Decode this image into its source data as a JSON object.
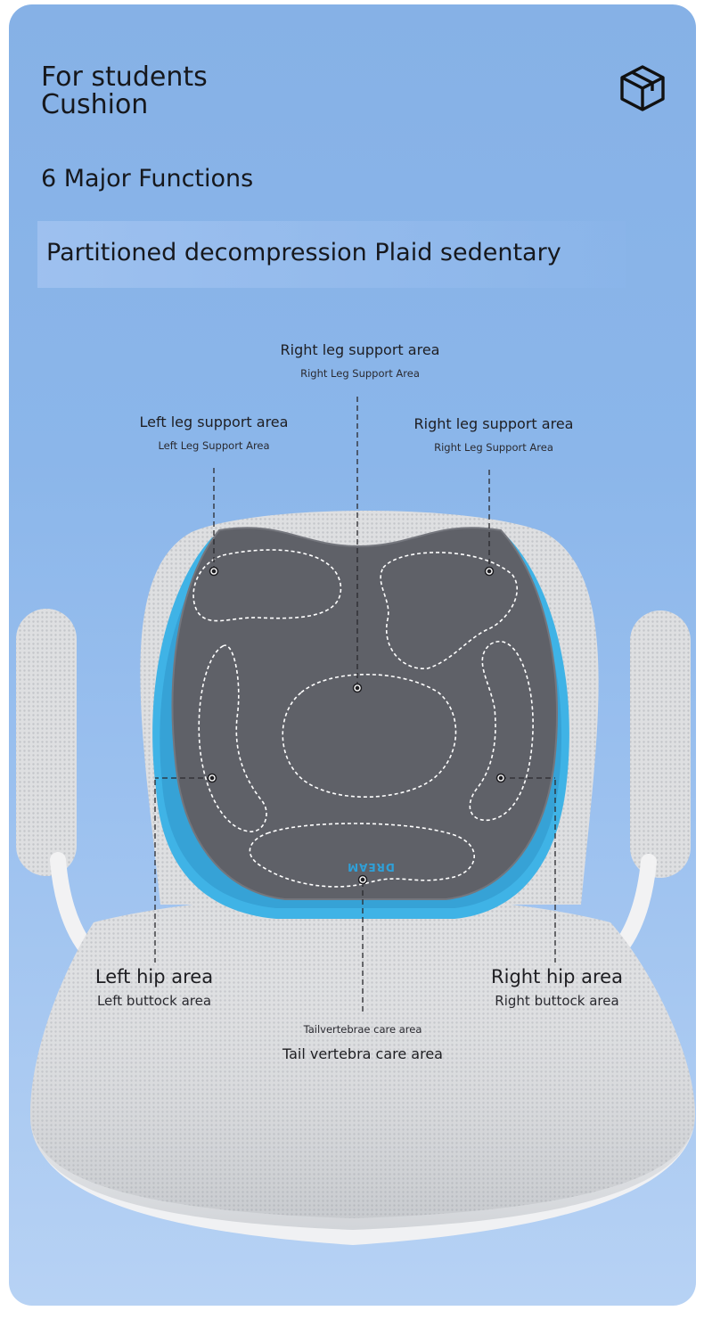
{
  "header": {
    "title_line1": "For students",
    "title_line2": "Cushion",
    "icon": "cube-icon"
  },
  "subtitle": "6 Major Functions",
  "banner": {
    "text": "Partitioned decompression Plaid sedentary"
  },
  "cushion": {
    "brand": "DREAM",
    "accent_color": "#3fb3e6",
    "cushion_color": "#5f6168"
  },
  "labels": {
    "top_center": {
      "main": "Right leg support area",
      "sub": "Right Leg Support Area"
    },
    "upper_left": {
      "main": "Left leg support area",
      "sub": "Left Leg Support Area"
    },
    "upper_right": {
      "main": "Right leg support area",
      "sub": "Right Leg Support Area"
    },
    "left_hip": {
      "main": "Left hip area",
      "sub": "Left buttock area"
    },
    "right_hip": {
      "main": "Right hip area",
      "sub": "Right buttock area"
    },
    "tail": {
      "sub": "Tailvertebrae care area",
      "main": "Tail vertebra care area"
    }
  }
}
